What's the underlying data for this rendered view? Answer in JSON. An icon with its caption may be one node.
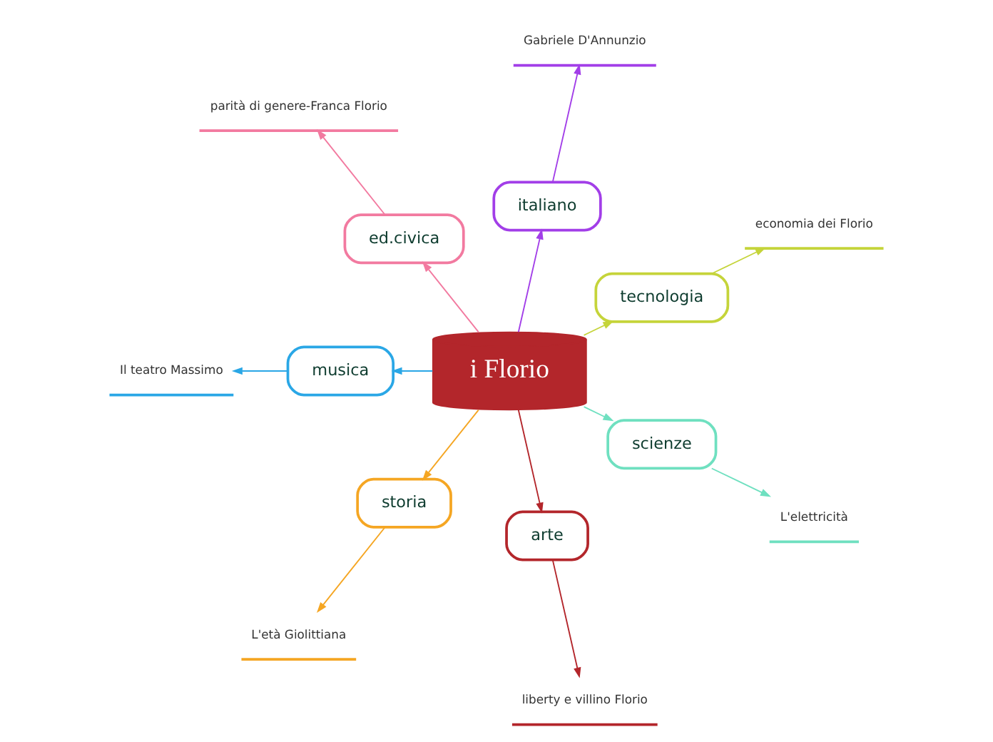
{
  "diagram": {
    "nodes": [
      {
        "text": [
          "i Florio"
        ]
      },
      {
        "text": [
          "tecnologia"
        ]
      },
      {
        "text": [
          "economia dei Florio"
        ]
      },
      {
        "text": [
          "italiano"
        ]
      },
      {
        "text": [
          "Gabriele D'Annunzio"
        ]
      },
      {
        "text": [
          "ed.civica"
        ]
      },
      {
        "text": [
          "parità di genere-Franca Florio"
        ]
      },
      {
        "text": [
          "musica"
        ]
      },
      {
        "text": [
          "Il teatro Massimo"
        ]
      },
      {
        "text": [
          "storia"
        ]
      },
      {
        "text": [
          "L'età Giolittiana"
        ]
      },
      {
        "text": [
          "arte"
        ]
      },
      {
        "text": [
          "liberty e villino Florio"
        ]
      },
      {
        "text": [
          "scienze"
        ]
      },
      {
        "text": [
          "L'elettricità"
        ]
      }
    ],
    "edges": [
      {
        "from": 0,
        "to": 1,
        "arrow": "to",
        "color": "#c5d43a"
      },
      {
        "from": 1,
        "to": 2,
        "arrow": "to",
        "color": "#c5d43a"
      },
      {
        "from": 0,
        "to": 3,
        "arrow": "to",
        "color": "#a23ee8"
      },
      {
        "from": 3,
        "to": 4,
        "arrow": "to",
        "color": "#a23ee8"
      },
      {
        "from": 0,
        "to": 5,
        "arrow": "to",
        "color": "#f27aa0"
      },
      {
        "from": 5,
        "to": 6,
        "arrow": "to",
        "color": "#f27aa0"
      },
      {
        "from": 0,
        "to": 7,
        "arrow": "to",
        "color": "#2aa7e6"
      },
      {
        "from": 7,
        "to": 8,
        "arrow": "to",
        "color": "#2aa7e6"
      },
      {
        "from": 0,
        "to": 9,
        "arrow": "to",
        "color": "#f5a623"
      },
      {
        "from": 9,
        "to": 10,
        "arrow": "to",
        "color": "#f5a623"
      },
      {
        "from": 0,
        "to": 11,
        "arrow": "to",
        "color": "#b3262b"
      },
      {
        "from": 11,
        "to": 12,
        "arrow": "to",
        "color": "#b3262b"
      },
      {
        "from": 0,
        "to": 13,
        "arrow": "to",
        "color": "#6fe0c0"
      },
      {
        "from": 13,
        "to": 14,
        "arrow": "to",
        "color": "#6fe0c0"
      }
    ]
  }
}
